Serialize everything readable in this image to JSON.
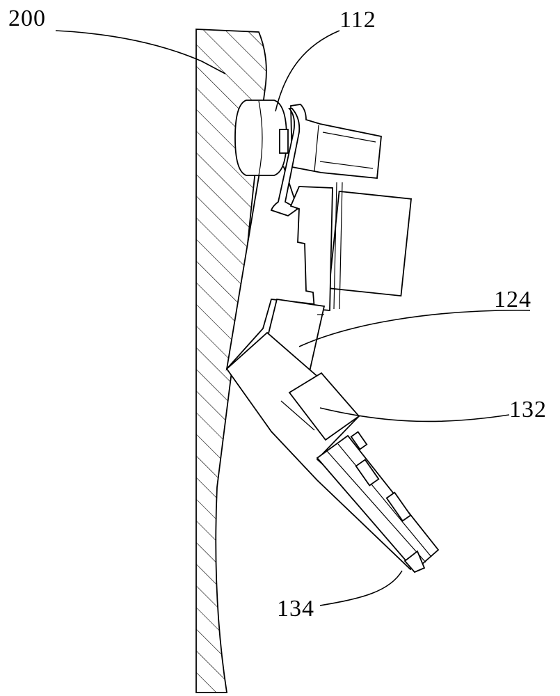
{
  "labels": {
    "wall": "200",
    "roller": "112",
    "bracket": "124",
    "actuator": "132",
    "arm": "134"
  }
}
